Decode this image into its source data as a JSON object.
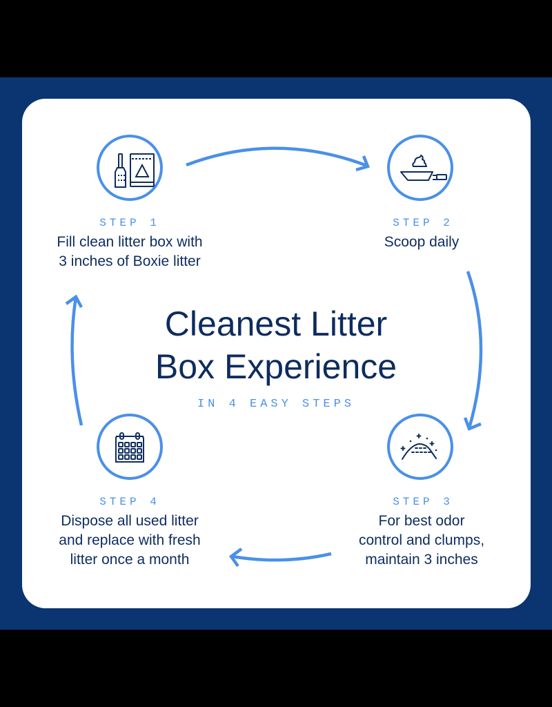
{
  "header": {
    "title_line1": "Cleanest Litter",
    "title_line2": "Box Experience",
    "subtitle": "IN 4 EASY STEPS"
  },
  "steps": [
    {
      "label": "STEP 1",
      "line1": "Fill clean litter box with",
      "line2": "3 inches of Boxie litter",
      "icon": "litter-scoop-and-bag-icon"
    },
    {
      "label": "STEP 2",
      "line1": "Scoop daily",
      "icon": "scoop-with-waste-icon"
    },
    {
      "label": "STEP 3",
      "line1": "For best odor",
      "line2": "control and clumps,",
      "line3": "maintain 3 inches",
      "icon": "litter-mound-sparkle-icon"
    },
    {
      "label": "STEP 4",
      "line1": "Dispose all used litter",
      "line2": "and replace with fresh",
      "line3": "litter once a month",
      "icon": "calendar-icon"
    }
  ],
  "colors": {
    "background": "#000000",
    "band": "#0a3570",
    "card": "#ffffff",
    "accent": "#4a90e8",
    "text": "#0d2c5e"
  }
}
